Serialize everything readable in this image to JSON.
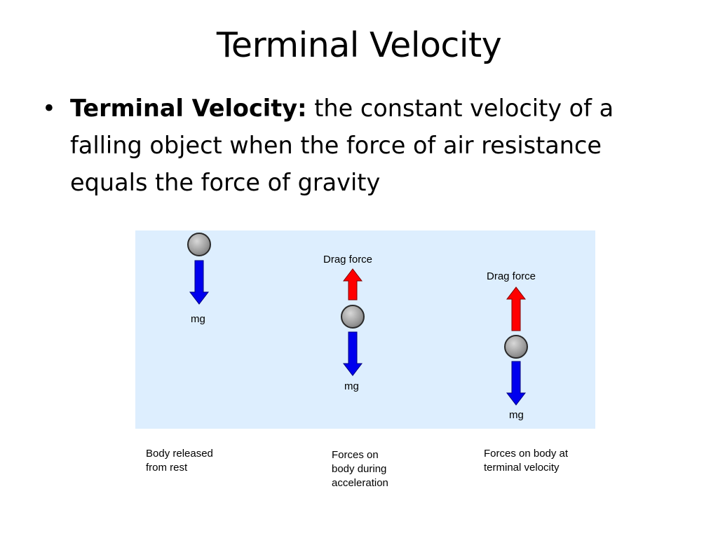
{
  "slide": {
    "title": "Terminal Velocity",
    "bullet": {
      "term": "Terminal Velocity:",
      "definition": " the constant velocity of a falling object when the force of air resistance equals the force of gravity"
    }
  },
  "diagram": {
    "colors": {
      "background": "#ddeefe",
      "drag_arrow": "#ff0000",
      "gravity_arrow": "#0000ee",
      "ball": "#a0a0a0"
    },
    "panels": [
      {
        "ball_label": "",
        "drag_label": "",
        "gravity_label": "mg",
        "caption": "Body released\nfrom rest"
      },
      {
        "drag_label": "Drag force",
        "gravity_label": "mg",
        "caption": "Forces on\nbody during\nacceleration"
      },
      {
        "drag_label": "Drag force",
        "gravity_label": "mg",
        "caption": "Forces on body at\nterminal velocity"
      }
    ]
  }
}
